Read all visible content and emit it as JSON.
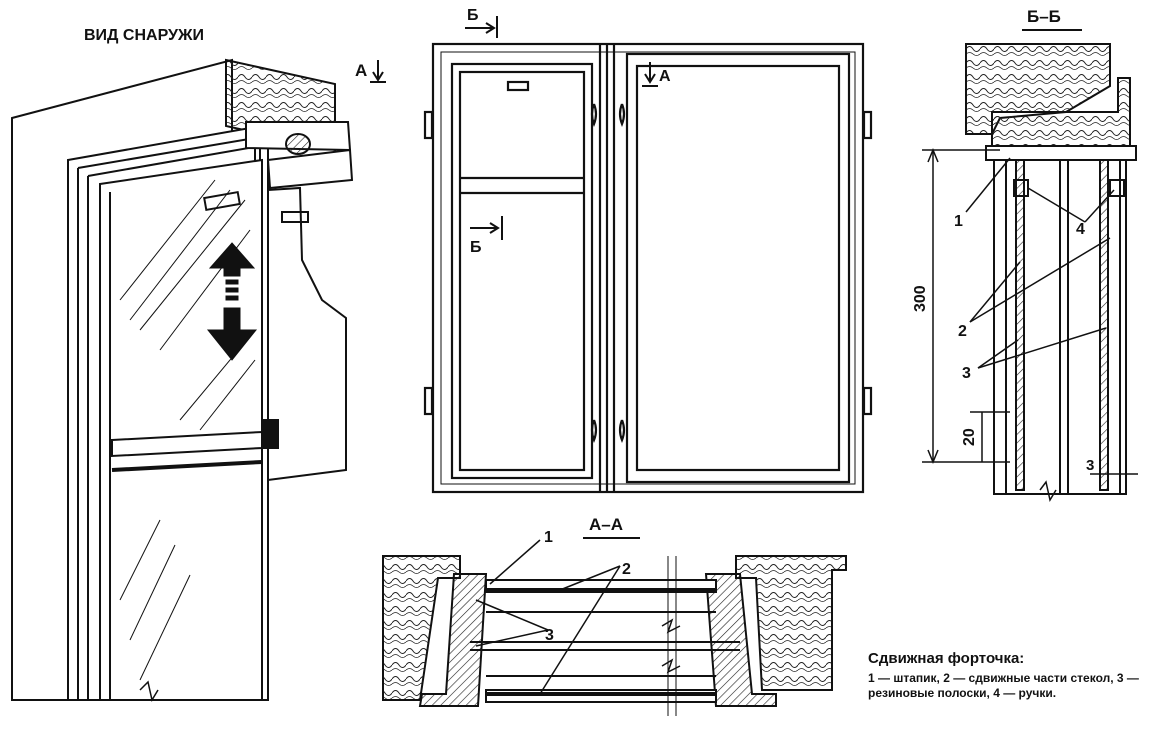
{
  "labels": {
    "outside_view": "ВИД СНАРУЖИ",
    "section_a_marker": "А",
    "section_b_marker": "Б",
    "section_bb": "Б–Б",
    "section_aa": "А–А",
    "callout_1": "1",
    "callout_2": "2",
    "callout_3": "3",
    "callout_4": "4",
    "dim_300": "300",
    "dim_20": "20",
    "dim_3": "3"
  },
  "caption": {
    "title": "Сдвижная форточка:",
    "body": "1 — штапик, 2 — сдвижные части стекол, 3 — резиновые полоски, 4 — ручки."
  }
}
